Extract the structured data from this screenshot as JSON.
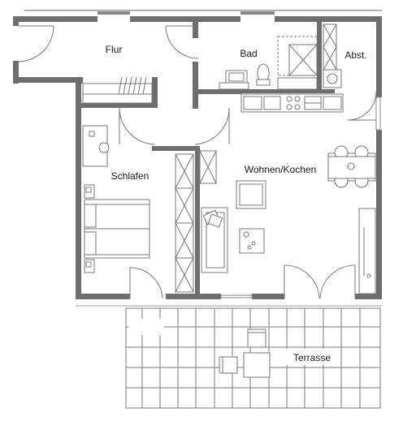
{
  "rooms": {
    "flur": "Flur",
    "bad": "Bad",
    "abst": "Abst.",
    "schlafen": "Schlafen",
    "wohnen": "Wohnen/Kochen",
    "terrasse": "Terrasse"
  },
  "colors": {
    "wall": "#6e6e6e",
    "line": "#888888",
    "tile": "#7a7a7a"
  }
}
